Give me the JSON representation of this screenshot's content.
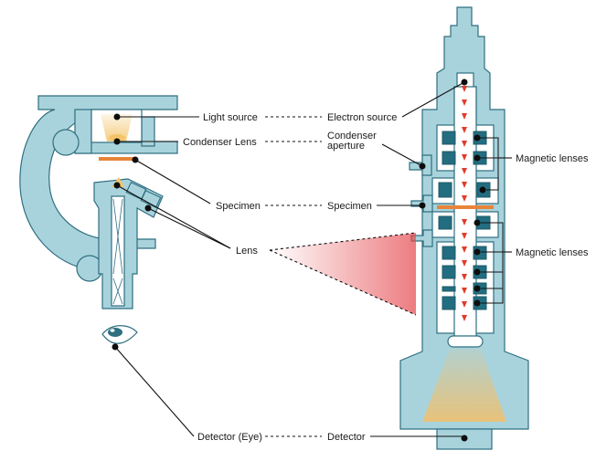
{
  "labels": {
    "light_source": "Light source",
    "electron_source": "Electron source",
    "condenser_lens": "Condenser Lens",
    "condenser_aperture": "Condenser aperture",
    "specimen_left": "Specimen",
    "specimen_right": "Specimen",
    "lens": "Lens",
    "magnetic_lenses_upper": "Magnetic lenses",
    "magnetic_lenses_lower": "Magnetic lenses",
    "detector_eye": "Detector (Eye)",
    "detector": "Detector"
  },
  "colors": {
    "instrument_body": "#a9d3dc",
    "outline": "#2f6f80",
    "magnetic_lens": "#226d7f",
    "specimen": "#e8843a",
    "light_beam": "#f3c46a",
    "electron_beam_arrow": "#e23b2a",
    "lens_cone": "#e5484d"
  },
  "icons": {
    "eye": "eye-icon"
  }
}
